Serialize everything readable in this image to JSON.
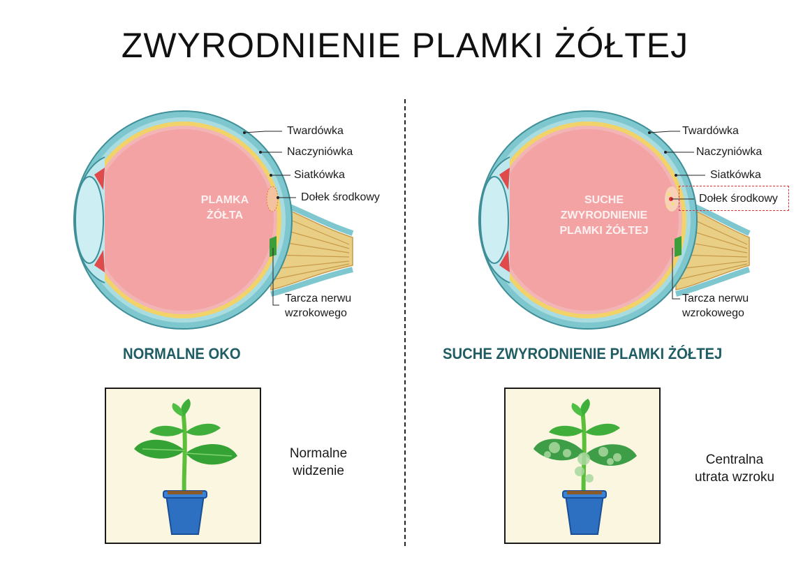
{
  "title": "ZWYRODNIENIE PLAMKI ŻÓŁTEJ",
  "colors": {
    "caption": "#1f5c63",
    "eyeball": "#f3a3a3",
    "sclera": "#7fc7cf",
    "choroid": "#f1d36a",
    "nerve": "#e9cf85",
    "leaf": "#3fae3a",
    "pot": "#2d6fc0",
    "box_bg": "#fbf6df"
  },
  "left": {
    "labels": {
      "sclera": "Twardówka",
      "choroid": "Naczyniówka",
      "retina": "Siatkówka",
      "fovea": "Dołek środkowy",
      "optic_disc_1": "Tarcza nerwu",
      "optic_disc_2": "wzrokowego"
    },
    "center_line1": "PLAMKA",
    "center_line2": "ŻÓŁTA",
    "caption": "NORMALNE OKO",
    "vision_line1": "Normalne",
    "vision_line2": "widzenie"
  },
  "right": {
    "labels": {
      "sclera": "Twardówka",
      "choroid": "Naczyniówka",
      "retina": "Siatkówka",
      "fovea": "Dołek środkowy",
      "optic_disc_1": "Tarcza nerwu",
      "optic_disc_2": "wzrokowego"
    },
    "center_line1": "SUCHE",
    "center_line2": "ZWYRODNIENIE",
    "center_line3": "PLAMKI ŻÓŁTEJ",
    "caption": "SUCHE ZWYRODNIENIE PLAMKI ŻÓŁTEJ",
    "vision_line1": "Centralna",
    "vision_line2": "utrata wzroku"
  }
}
